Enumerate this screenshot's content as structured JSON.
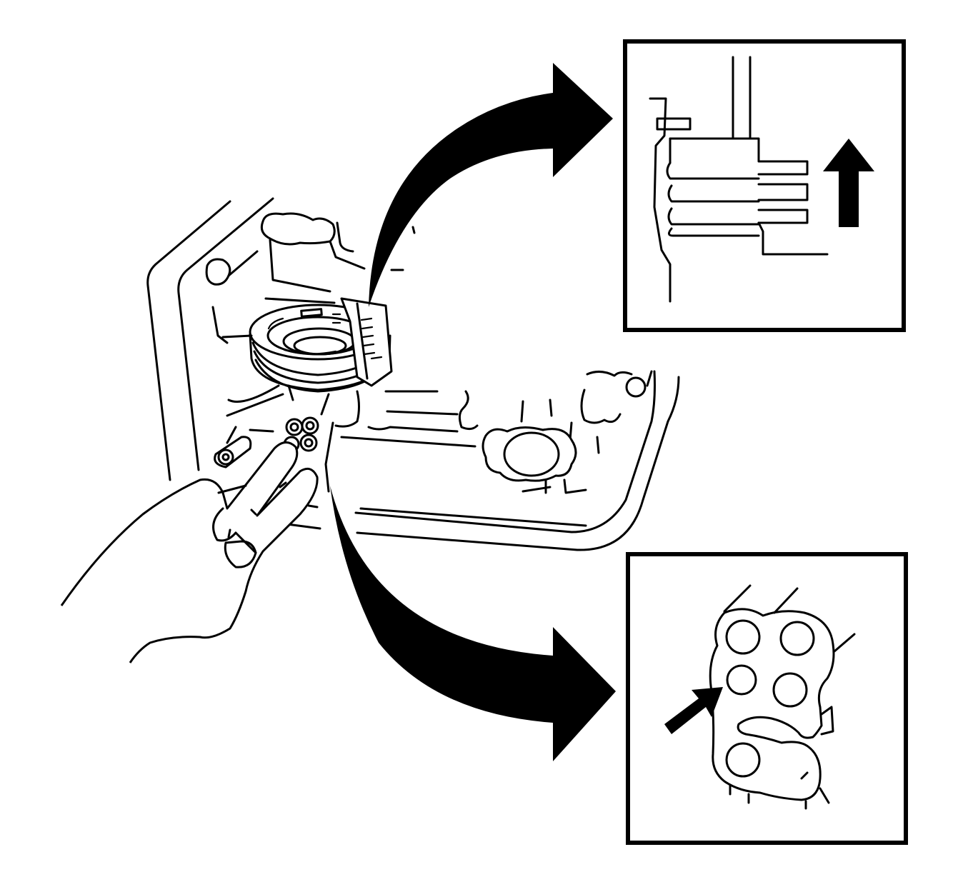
{
  "diagram": {
    "colors": {
      "ink": "#000000",
      "paper": "#ffffff"
    },
    "insets": [
      {
        "id": "top-inset",
        "depicts": "seal-installation-cross-section",
        "arrow": "arrow-up-icon"
      },
      {
        "id": "bottom-inset",
        "depicts": "valve-body-port-detail",
        "arrow": "arrow-pointer-icon"
      }
    ],
    "callouts": [
      {
        "id": "callout-top",
        "target": "top-inset",
        "icon": "curved-arrow-icon"
      },
      {
        "id": "callout-bottom",
        "target": "bottom-inset",
        "icon": "curved-arrow-icon"
      }
    ]
  }
}
